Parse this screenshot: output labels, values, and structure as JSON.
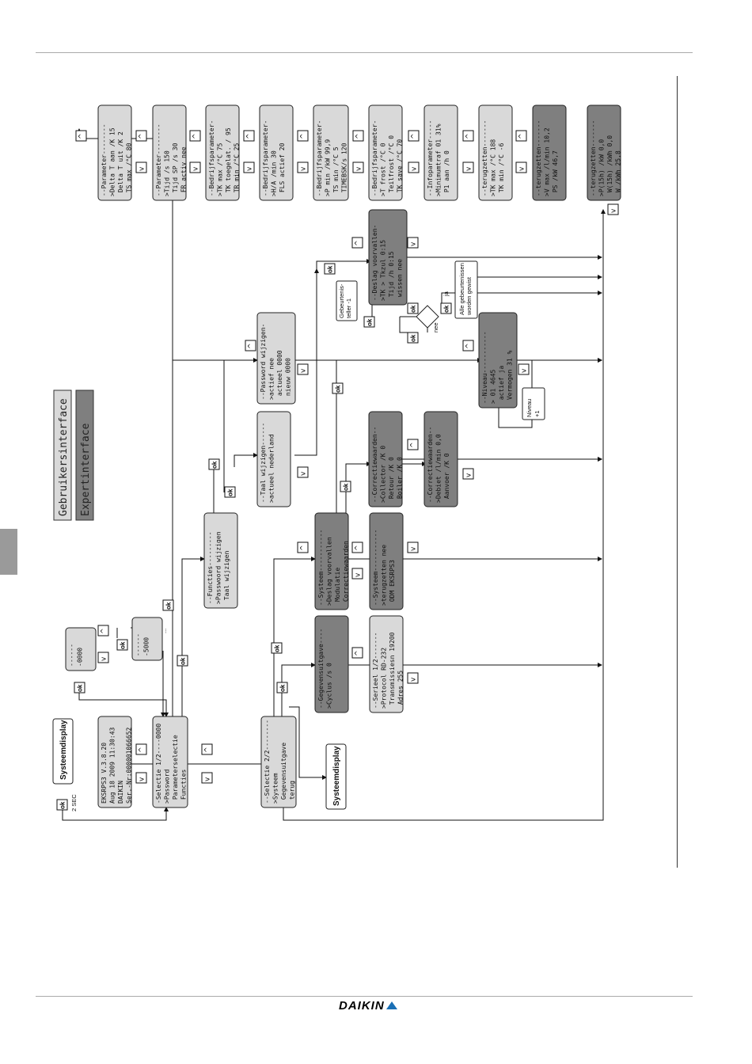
{
  "legend": {
    "user_interface": "Gebruikersinterface",
    "expert_interface": "Expertinterface"
  },
  "labels": {
    "system_display": "Systeemdisplay",
    "two_sec": "2 SEC",
    "event_counter": "Gebeurtenis-\nteller -1",
    "all_events_cleared": "Alle gebeurtenissen\nworden gewist",
    "level_plus": "Niveau\n+1",
    "yes": "ja",
    "no": "nee",
    "ok": "ok",
    "up": "^",
    "down": "v",
    "dots": "..."
  },
  "screens": {
    "info": [
      "EKSRPS3     V.3.8.20",
      "Aug 18 2009 11:30:43",
      "DAIKIN",
      "Ser.-Nr:000001066652"
    ],
    "sel1": [
      "-Selectie 1/2----0000",
      ">Password",
      " Parameterselectie",
      " Functies"
    ],
    "pw1": [
      "------",
      "-0000"
    ],
    "pw2": [
      "------",
      "-5000"
    ],
    "sel2": [
      "--Selectie 2/2--------",
      ">Systeem",
      " Gegevensuitgave",
      " terug"
    ],
    "functies": [
      "--Functies---------",
      ">Passwoord wijzigen",
      " Taal wijzigen"
    ],
    "taal": [
      "--Taal wijzigen------",
      ">actueel   nederland"
    ],
    "passw": [
      "--Password wijzigen-",
      ">actief         nee",
      " actueel       0000",
      " nieuw         0000"
    ],
    "gegevens": [
      "--Gegevensuitgave----",
      ">Cyclus /s          0"
    ],
    "serieel": [
      "--Serieel 1/2-------",
      ">Protocol     RD-232",
      " Transmissiesn 19200",
      " Adres          255"
    ],
    "systeem": [
      "--Systeem-----------",
      ">Deslag voorvallen",
      " Modulatie",
      " Correctiewaarden"
    ],
    "systeem2": [
      "--Systeem-----------",
      ">terugzetten     nee",
      " ODM          EKSRPS3"
    ],
    "corr1": [
      "--Correctiewaarden--",
      ">Collector  /K     0",
      " Retour     /K     0",
      " Boiler     /K     0"
    ],
    "corr2": [
      "--Correctiewaarden--",
      ">Debiet /l/min   0,0",
      " Aanvoer  /K       0"
    ],
    "niveau": [
      "--Niveau-----------",
      ">  01          4645",
      "   actief        ja",
      "   Vermogen      31 %"
    ],
    "deslag": [
      "--Deslag voorvallen-",
      ">TK > Tkzul       0:15",
      " Tijd /h          0:15",
      " wissen           nee"
    ],
    "p1": [
      "--Parameter--------",
      ">Delta T aan /K   15",
      " Delta T uit /K    2",
      " TS max     /°C   80"
    ],
    "p2": [
      "--Parameter--------",
      ">Tijd  /s        150",
      " Tijd SP /s       30",
      " FR activ        nee"
    ],
    "p3": [
      "--Bedrijfsparameter-",
      ">TK max  /°C      75",
      " TK toegelat.  /  95",
      " TR min  /°C      25"
    ],
    "p4": [
      "--Bedrijfsparameter-",
      ">H/A /min         30",
      " FLS actief       20"
    ],
    "p5": [
      "--Bedrijfsparameter-",
      ">P min /kW      99,9",
      " TS min /°C        5",
      " TIMEBSK/s        120"
    ],
    "p6": [
      "--Bedrijfsparameter-",
      ">T frost  /°C      0",
      " Teilfrost /°C     0",
      " TK save  /°C    70"
    ],
    "p7": [
      "--Infoparameter-----",
      ">Minimumtraf 01  31%",
      " P1 aan /h          0"
    ],
    "p8": [
      "--terugzetten-------",
      ">TK max   /°C    188",
      " TK min   /°C     -6"
    ],
    "p9": [
      "--terugzetten-------",
      ">V max /l/min   10,2",
      " PS   /kW       46,7"
    ],
    "p10": [
      "--terugzetten-------",
      ">P(15h) /kW      0,0",
      " W(15h) /kWh     0,0",
      " W   /kWh       25,8"
    ]
  },
  "brand": "DAIKIN",
  "colors": {
    "light": "#d9d9d9",
    "dark": "#7f7f7f",
    "line": "#111111"
  }
}
